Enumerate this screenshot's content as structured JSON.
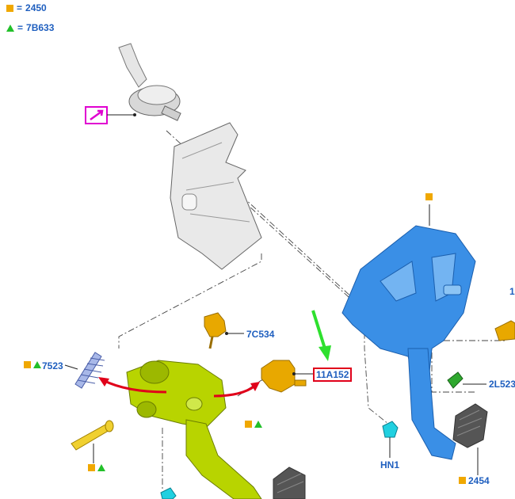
{
  "legend": [
    {
      "symbol": "square",
      "eq": "=",
      "code": "2450"
    },
    {
      "symbol": "triangle",
      "eq": "=",
      "code": "7B633"
    }
  ],
  "callouts": {
    "c_7523": "7523",
    "c_7c534": "7C534",
    "c_11a152": "11A152",
    "c_2l523": "2L523",
    "c_hn1": "HN1",
    "c_2454": "2454",
    "c_edge_1": "1"
  },
  "colors": {
    "label_blue": "#1f5fbf",
    "legend_square": "#f0a800",
    "legend_triangle": "#22c02a",
    "highlight_red": "#e0001a",
    "view_arrow_box": "#e000d0",
    "bracket_blue": "#3a8fe6",
    "pedal_green": "#b8d400",
    "sensor_orange": "#e8a800",
    "clip_cyan": "#20d0e0",
    "pointer_green": "#2ee02e"
  }
}
